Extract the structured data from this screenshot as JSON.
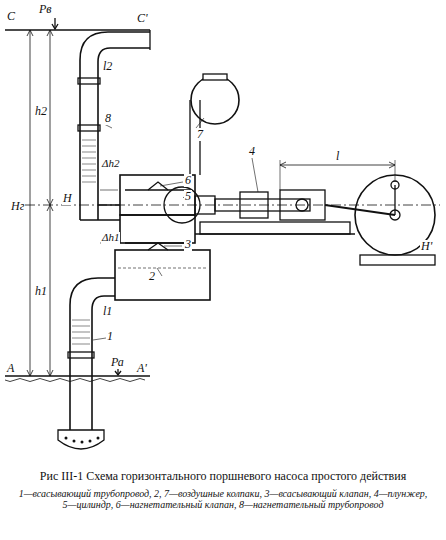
{
  "diagram": {
    "caption": "Рис III-1 Схема горизонтального поршневого насоса простого действия",
    "labels": [
      "С",
      "Рв",
      "С'",
      "l2",
      "8",
      "7",
      "h2",
      "Нг",
      "6",
      "Δh2",
      "5",
      "4",
      "l",
      "Н",
      "Н'",
      "Δh1",
      "3",
      "2",
      "h1",
      "l1",
      "1",
      "Ра",
      "А",
      "А'",
      "1—всасывающий трубопровод, 2, 7—воздушные колпаки, 3—всасывающий клапан, 4—плунжер, 5—цилиндр, 6—нагнетательный клапан, 8—нагнетательный трубопровод"
    ]
  }
}
